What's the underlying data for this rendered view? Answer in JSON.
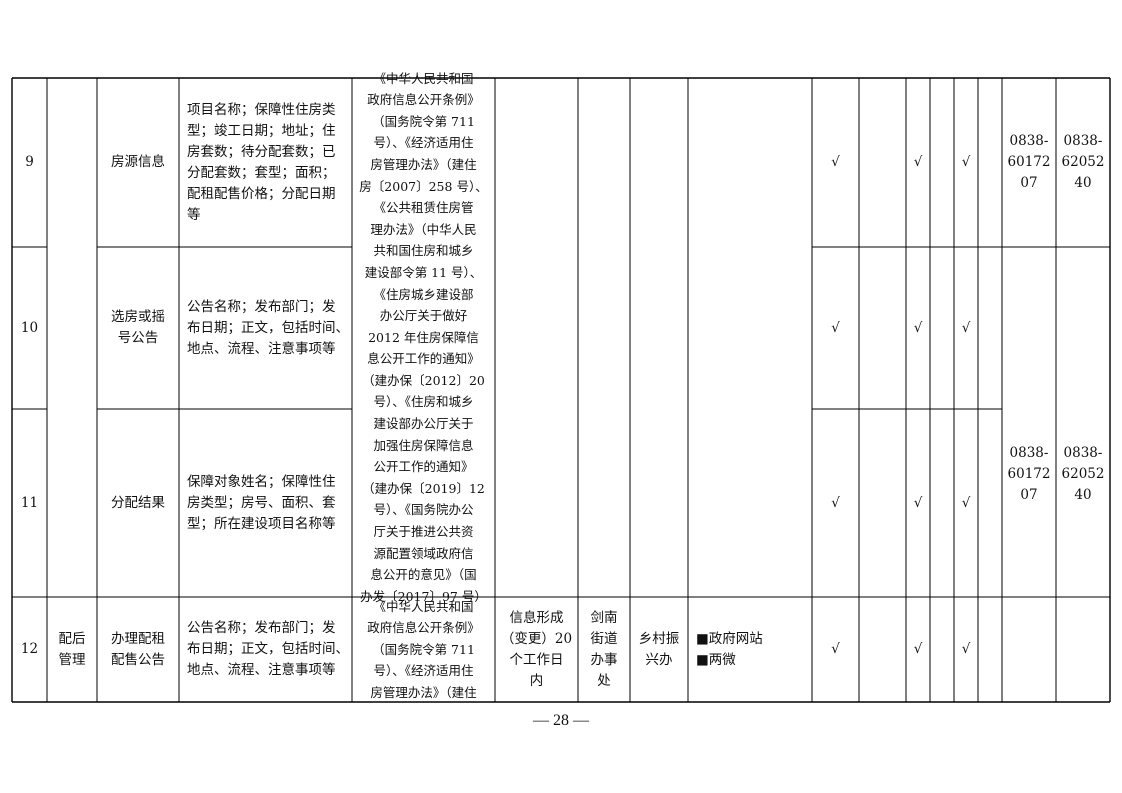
{
  "rows": [
    {
      "no": "9",
      "item": "房源信息",
      "content": "项目名称；保障性住房类\n型；竣工日期；地址；住\n房套数；待分配套数；已\n分配套数；套型；面积；\n配租配售价格；分配日期\n等",
      "check_a": "√",
      "check_b": "√",
      "check_c": "√",
      "phone_a": "0838-\n60172\n07",
      "phone_b": "0838-\n62052\n40"
    },
    {
      "no": "10",
      "item": "选房或摇\n号公告",
      "content": "公告名称；发布部门；发\n布日期；正文，包括时间、\n地点、流程、注意事项等",
      "check_a": "√",
      "check_b": "√",
      "check_c": "√"
    },
    {
      "no": "11",
      "item": "分配结果",
      "content": "保障对象姓名；保障性住\n房类型；房号、面积、套\n型；所在建设项目名称等",
      "check_a": "√",
      "check_b": "√",
      "check_c": "√"
    },
    {
      "no": "12",
      "category": "配后\n管理",
      "item": "办理配租\n配售公告",
      "content": "公告名称；发布部门；发\n布日期；正文，包括时间、\n地点、流程、注意事项等",
      "law": "《中华人民共和国\n政府信息公开条例》\n（国务院令第 711\n号）、《经济适用住\n房管理办法》（建住",
      "time_limit": "信息形成\n（变更）20\n个工作日\n内",
      "subject": "剑南\n街道\n办事\n处",
      "unit": "乡村振\n兴办",
      "channel": "■政府网站\n■两微",
      "check_a": "√",
      "check_b": "√",
      "check_c": "√"
    }
  ],
  "merged": {
    "law_9_11": "《中华人民共和国\n政府信息公开条例》\n（国务院令第 711\n号）、《经济适用住\n房管理办法》（建住\n房〔2007〕258 号）、\n《公共租赁住房管\n理办法》（中华人民\n共和国住房和城乡\n建设部令第 11 号）、\n《住房城乡建设部\n办公厅关于做好\n2012 年住房保障信\n息公开工作的通知》\n（建办保〔2012〕20\n号）、《住房和城乡\n建设部办公厅关于\n加强住房保障信息\n公开工作的通知》\n（建办保〔2019〕12\n号）、《国务院办公\n厅关于推进公共资\n源配置领域政府信\n息公开的意见》（国\n办发〔2017〕97 号）",
    "phone_a_10_12": "0838-\n60172\n07",
    "phone_b_10_12": "0838-\n62052\n40"
  },
  "page_number": "— 28 —"
}
